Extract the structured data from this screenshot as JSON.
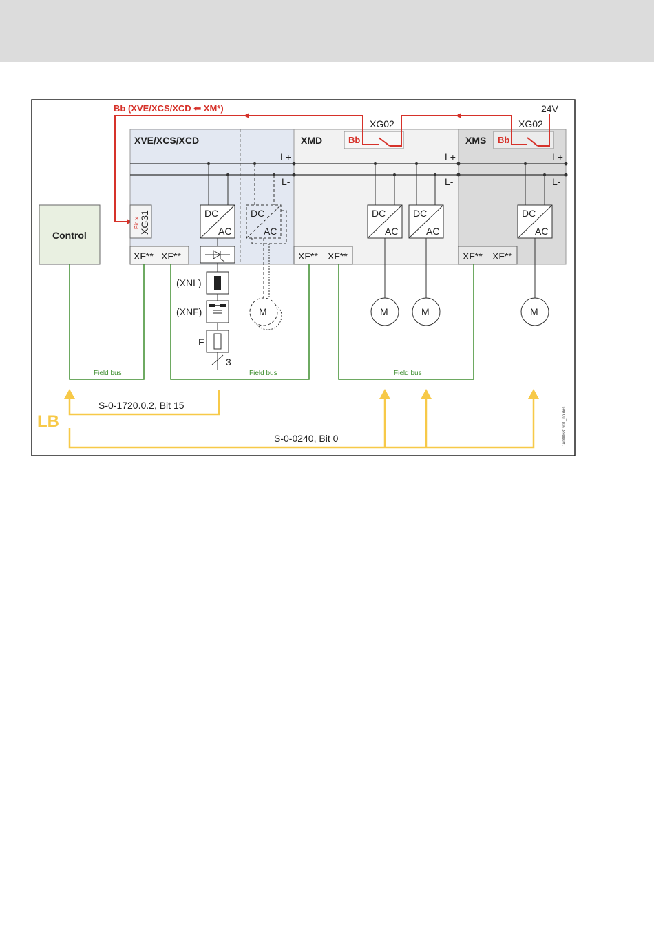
{
  "colors": {
    "red": "#d6322a",
    "green": "#3e8e2f",
    "yellow": "#f7c948",
    "xve_fill": "#e3e8f2",
    "xmd_fill": "#f2f2f2",
    "xms_fill": "#dadada",
    "control_fill": "#e9f0e1"
  },
  "labels": {
    "bb_title": "Bb (XVE/XCS/XCD ⬅ XM*)",
    "v24": "24V",
    "xg02_a": "XG02",
    "xg02_b": "XG02",
    "xve": "XVE/XCS/XCD",
    "xmd": "XMD",
    "xms": "XMS",
    "bb_a": "Bb",
    "bb_b": "Bb",
    "lplus": "L+",
    "lminus": "L-",
    "control": "Control",
    "pinx": "Pin x",
    "xg31": "XG31",
    "dc": "DC",
    "ac": "AC",
    "xf": "XF**",
    "xnl": "(XNL)",
    "xnf": "(XNF)",
    "f": "F",
    "three": "3",
    "motor": "M",
    "field_bus": "Field bus",
    "lb": "LB",
    "s1720": "S-0-1720.0.2, Bit 15",
    "s0240": "S-0-0240, Bit 0",
    "code": "DA000681v01_nn.des"
  }
}
